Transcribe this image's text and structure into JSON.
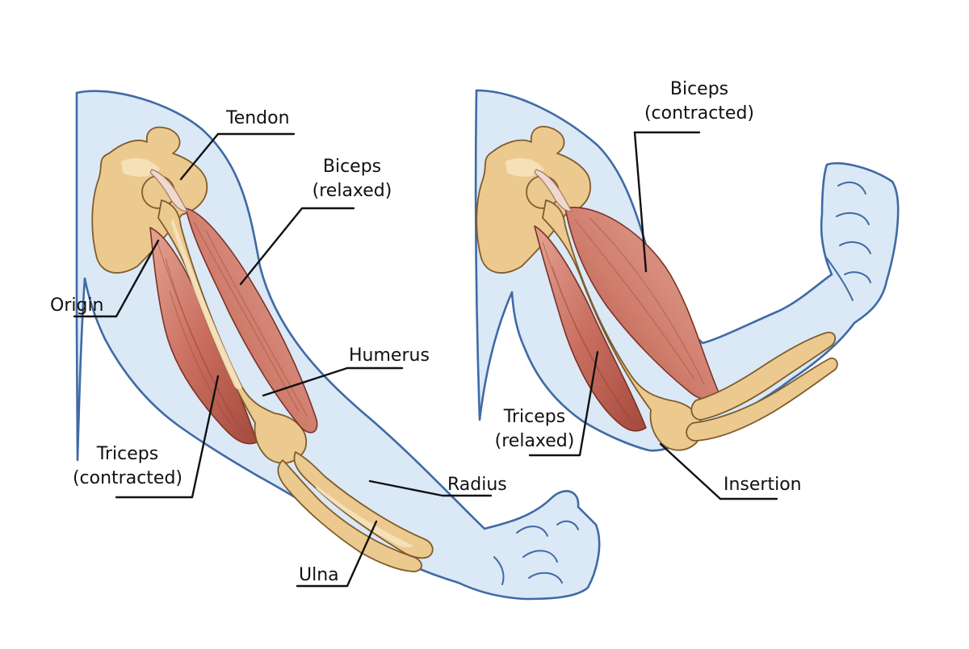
{
  "colors": {
    "skin_fill": "#dbe8f6",
    "skin_outline": "#3f6aa5",
    "bone": "#ecc98f",
    "muscle": "#c9776a",
    "label_text": "#111111"
  },
  "left_arm": {
    "labels": {
      "tendon": "Tendon",
      "biceps_line1": "Biceps",
      "biceps_line2": "(relaxed)",
      "origin": "Origin",
      "humerus": "Humerus",
      "triceps_line1": "Triceps",
      "triceps_line2": "(contracted)",
      "radius": "Radius",
      "ulna": "Ulna"
    }
  },
  "right_arm": {
    "labels": {
      "biceps_line1": "Biceps",
      "biceps_line2": "(contracted)",
      "triceps_line1": "Triceps",
      "triceps_line2": "(relaxed)",
      "insertion": "Insertion"
    }
  }
}
